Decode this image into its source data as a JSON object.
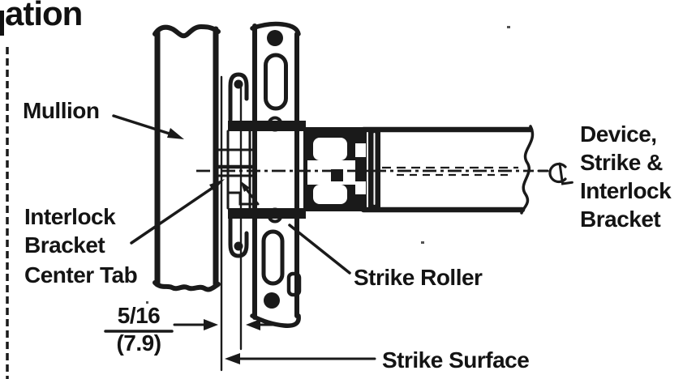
{
  "page": {
    "heading_fragment": "ation",
    "ink_color": "#1a1a1a",
    "paper_color": "#ffffff"
  },
  "diagram": {
    "labels": {
      "mullion": "Mullion",
      "interlock_line1": "Interlock",
      "interlock_line2": "Bracket",
      "interlock_line3": "Center Tab",
      "strike_roller": "Strike Roller",
      "strike_surface": "Strike Surface",
      "device_line1": "Device,",
      "device_line2": "Strike &",
      "device_line3": "Interlock",
      "device_line4": "Bracket"
    },
    "dimension": {
      "fraction_inches": "5/16",
      "millimeters": "(7.9)"
    },
    "symbols": {
      "centerline_symbol": "℄"
    }
  }
}
